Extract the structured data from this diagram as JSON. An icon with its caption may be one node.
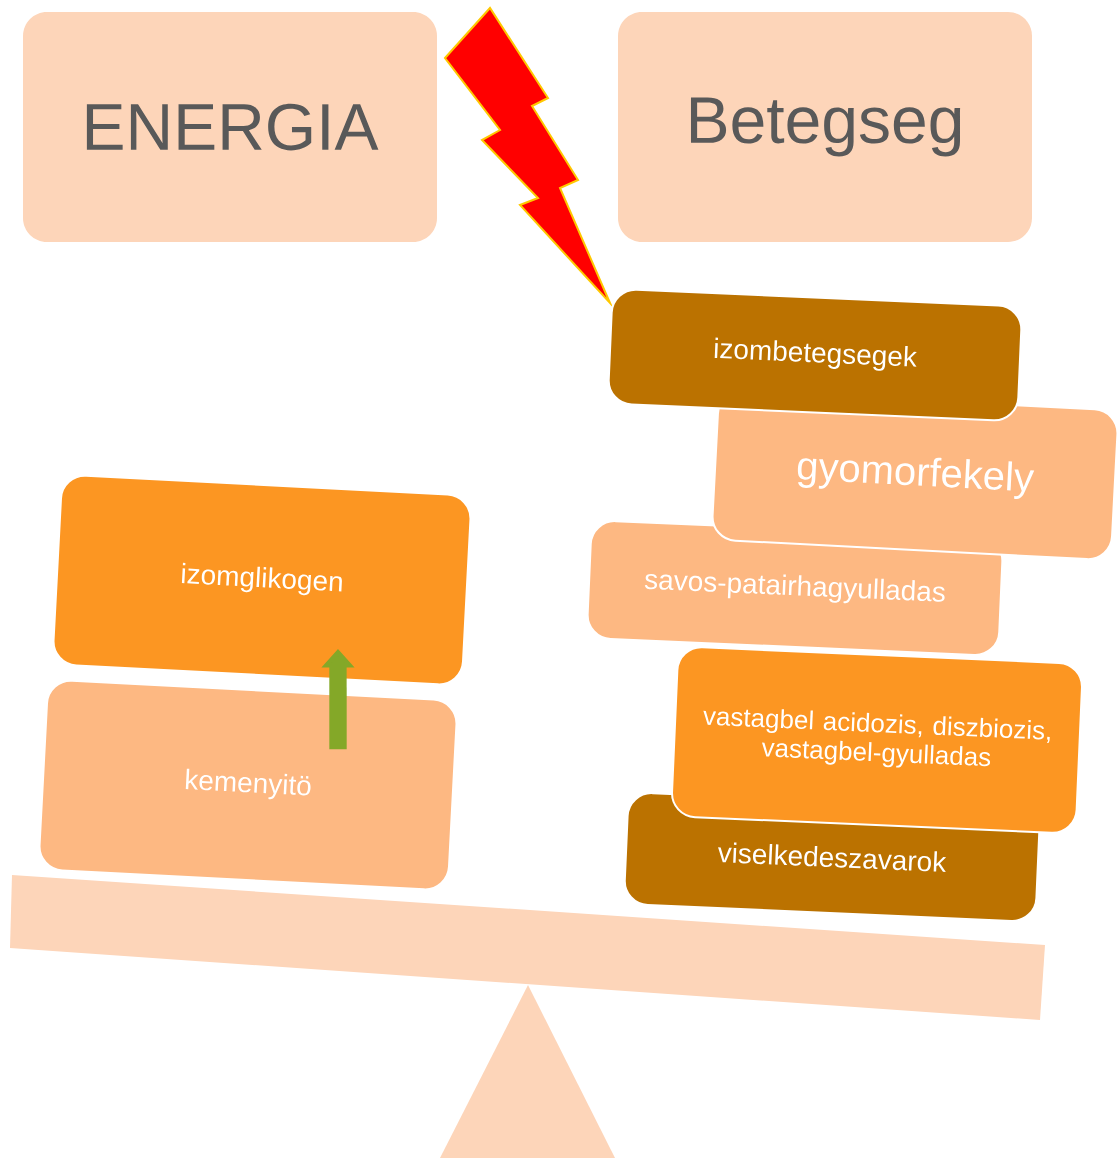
{
  "diagram": {
    "nodes": [
      {
        "text": [
          "ENERGIA"
        ]
      },
      {
        "text": [
          "Betegseg"
        ]
      },
      {
        "text": [
          "izombetegsegek"
        ]
      },
      {
        "text": [
          "gyomorfekely"
        ]
      },
      {
        "text": [
          "savos-patairhagyulladas"
        ]
      },
      {
        "text": [
          "vastagbel acidozis, diszbiozis, vastagbel-gyulladas"
        ]
      },
      {
        "text": [
          "viselkedeszavarok"
        ]
      },
      {
        "text": [
          "izomglikogen"
        ]
      },
      {
        "text": [
          "kemenyitö"
        ]
      },
      {
        "text": [],
        "shape": "lightning"
      }
    ],
    "edges": [
      {
        "from": 8,
        "to": 7,
        "arrow": "to",
        "color": "#84a828"
      }
    ]
  }
}
